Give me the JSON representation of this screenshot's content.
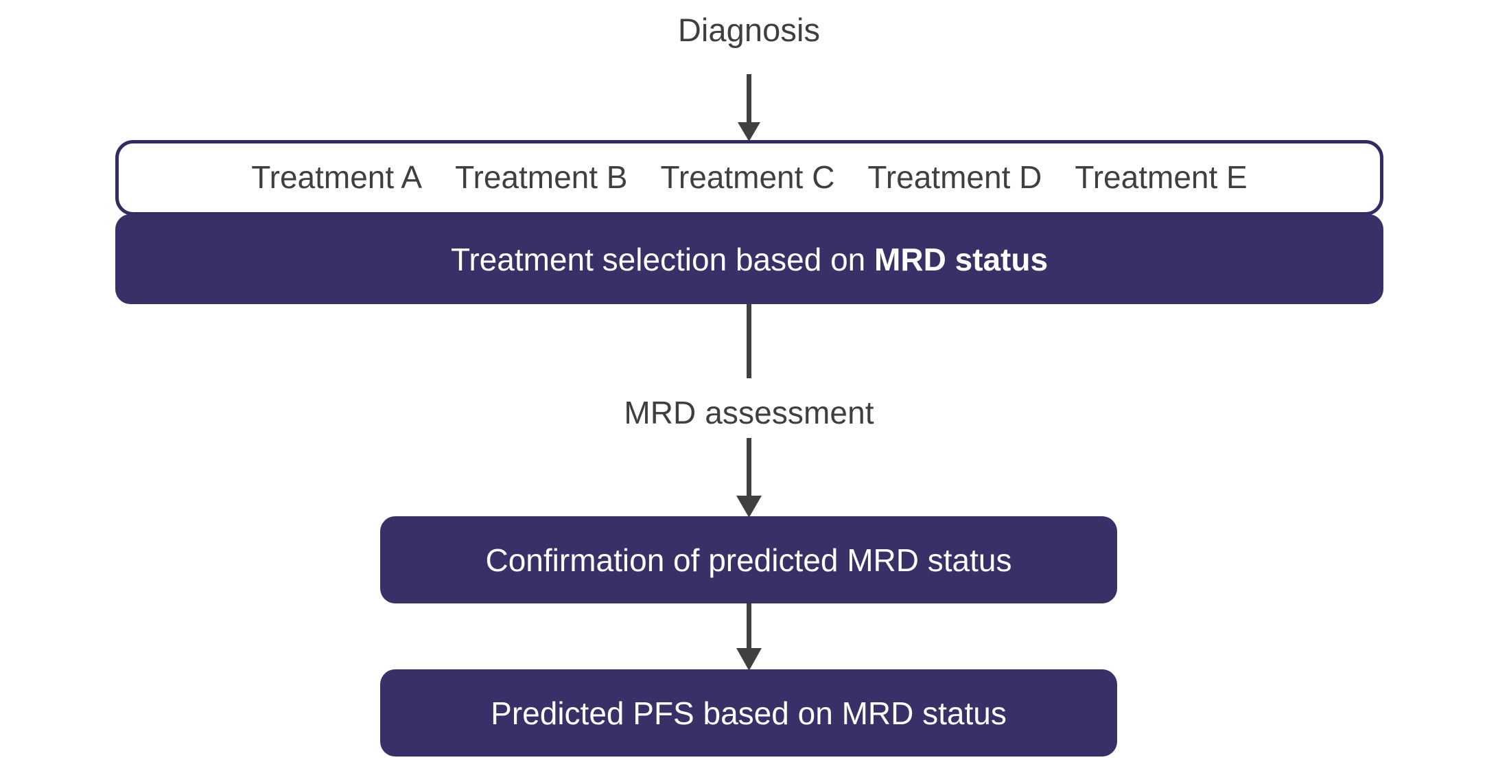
{
  "diagram": {
    "title": "Diagnosis",
    "colors": {
      "navy_fill": "#373167",
      "navy_border": "#332c63",
      "text_dark": "#3f3f3f",
      "arrow": "#404040",
      "background": "#ffffff",
      "text_light": "#ffffff"
    }
  },
  "nodes": {
    "diagnosis": {
      "label": "Diagnosis"
    },
    "treatment_options": {
      "items": [
        {
          "label": "Treatment A"
        },
        {
          "label": "Treatment B"
        },
        {
          "label": "Treatment C"
        },
        {
          "label": "Treatment D"
        },
        {
          "label": "Treatment E"
        }
      ]
    },
    "mrd_selection": {
      "text_prefix": "Treatment selection based on ",
      "text_emphasis": "MRD status"
    },
    "confirmation": {
      "label": "Confirmation of predicted MRD status"
    },
    "predicted_pfs": {
      "label": "Predicted PFS based on MRD status"
    }
  },
  "edges": {
    "diagnosis_to_treatments": {
      "label": ""
    },
    "selection_to_confirmation": {
      "label": "MRD assessment"
    },
    "confirmation_to_pfs": {
      "label": ""
    }
  }
}
